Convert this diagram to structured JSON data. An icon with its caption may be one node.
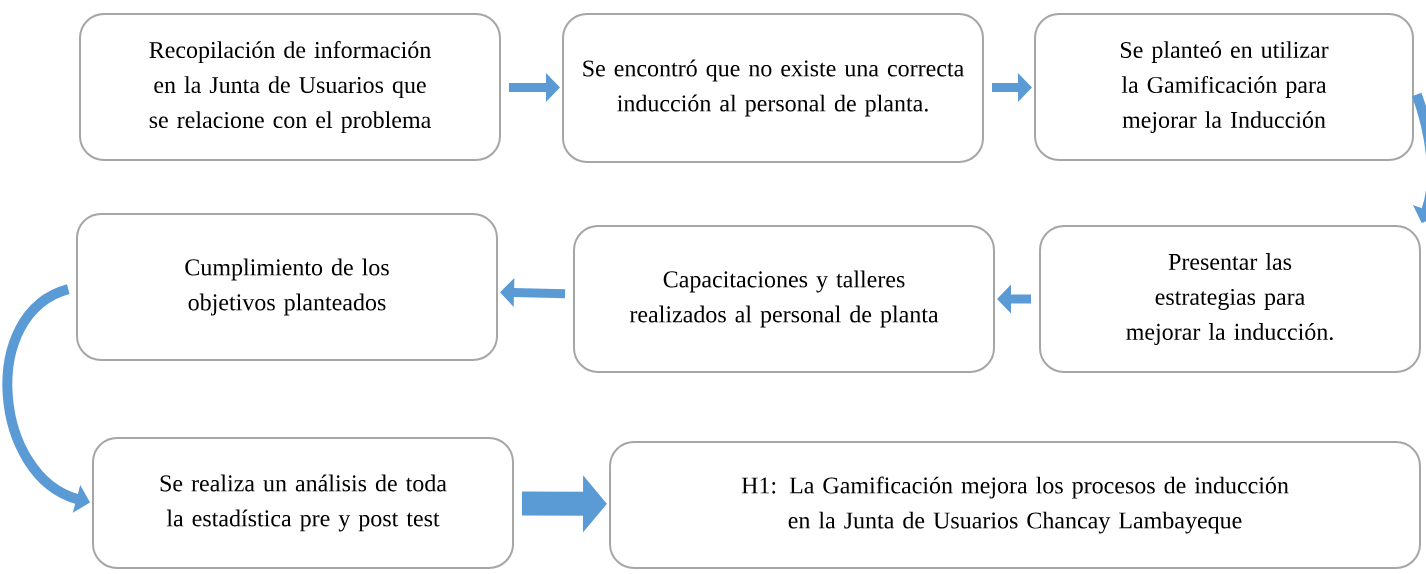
{
  "diagram": {
    "nodes": [
      {
        "text": [
          "Recopilación de información en la Junta de Usuarios que se relacione con el problema"
        ]
      },
      {
        "text": [
          "Se encontró que no existe una correcta inducción al personal de planta."
        ]
      },
      {
        "text": [
          "Se planteó en utilizar la Gamificación para mejorar la Inducción"
        ]
      },
      {
        "text": [
          "Cumplimiento de los objetivos planteados"
        ]
      },
      {
        "text": [
          "Capacitaciones y talleres realizados al personal de planta"
        ]
      },
      {
        "text": [
          "Presentar las estrategias para mejorar la inducción."
        ]
      },
      {
        "text": [
          "Se realiza un análisis de toda la estadística pre y post test"
        ]
      },
      {
        "text": [
          "H1: La Gamificación mejora los procesos de inducción en la Junta de Usuarios Chancay Lambayeque"
        ]
      }
    ],
    "edges": [
      {
        "from": 0,
        "to": 1,
        "arrow": "to"
      },
      {
        "from": 1,
        "to": 2,
        "arrow": "to"
      },
      {
        "from": 2,
        "to": 5,
        "arrow": "to"
      },
      {
        "from": 5,
        "to": 4,
        "arrow": "to"
      },
      {
        "from": 4,
        "to": 3,
        "arrow": "to"
      },
      {
        "from": 3,
        "to": 6,
        "arrow": "to"
      },
      {
        "from": 6,
        "to": 7,
        "arrow": "to",
        "style": "thick"
      }
    ]
  }
}
